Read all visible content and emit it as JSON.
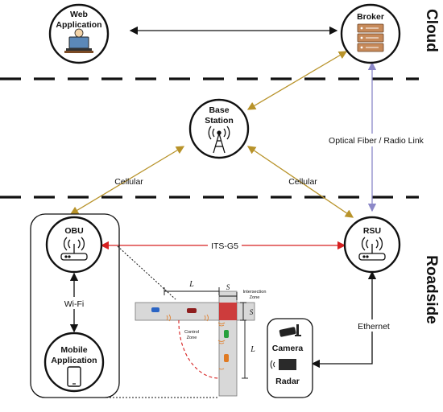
{
  "layers": {
    "cloud": "Cloud",
    "roadside": "Roadside"
  },
  "nodes": {
    "web_app": {
      "line1": "Web",
      "line2": "Application"
    },
    "broker": {
      "label": "Broker"
    },
    "base_station": {
      "line1": "Base",
      "line2": "Station"
    },
    "obu": {
      "label": "OBU"
    },
    "rsu": {
      "label": "RSU"
    },
    "mobile_app": {
      "line1": "Mobile",
      "line2": "Application"
    },
    "camera": {
      "label": "Camera"
    },
    "radar": {
      "label": "Radar"
    }
  },
  "links": {
    "optical": "Optical Fiber / Radio Link",
    "cellular_left": "Cellular",
    "cellular_right": "Cellular",
    "itsg5": "ITS-G5",
    "wifi": "Wi-Fi",
    "ethernet": "Ethernet"
  },
  "intersection": {
    "length_h": "L",
    "length_v": "L",
    "s_top": "S",
    "s_side": "S",
    "zone_label_1": "Intersection",
    "zone_label_2": "Zone",
    "control_label_1": "Control",
    "control_label_2": "Zone"
  },
  "colors": {
    "gold": "#b8932a",
    "black": "#111111",
    "red": "#d62020",
    "purple": "#8c88c8",
    "dash": "#111111"
  },
  "icons": [
    "person-laptop-icon",
    "server-icon",
    "antenna-tower-icon",
    "router-icon",
    "phone-icon",
    "camera-icon",
    "radar-icon"
  ]
}
